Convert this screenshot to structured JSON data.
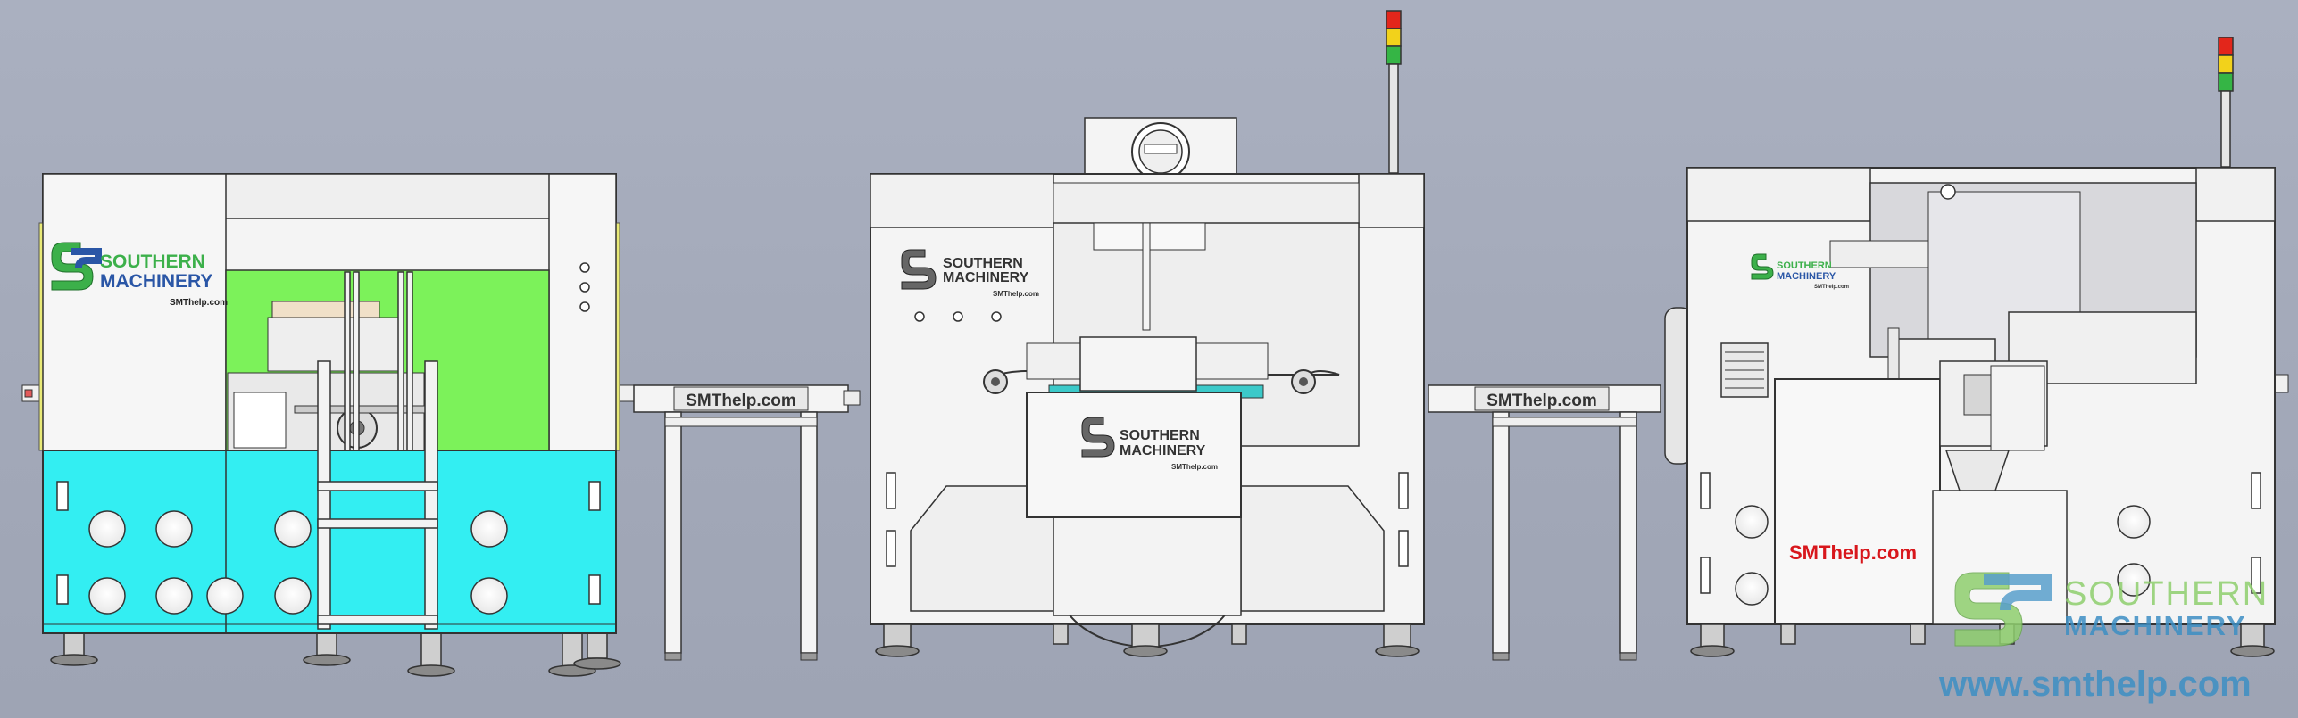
{
  "canvas": {
    "title": ""
  },
  "colors": {
    "background": "#a3a9ba",
    "panel": "#f4f4f4",
    "panel_shade": "#dcdcdc",
    "green_window": "#7cf25a",
    "cyan_panel": "#33eef2",
    "outline": "#3a3a3a",
    "logo_green": "#3cb04a",
    "logo_blue": "#2a56a6",
    "brand_red": "#d8171c",
    "watermark_green": "#8fcf6e",
    "watermark_blue": "#3d8fc4",
    "light_red": "#e3261b",
    "light_yellow": "#f2d21b",
    "light_green": "#35b545"
  },
  "machines": [
    {
      "id": "machine-1",
      "logo_line1": "SOUTHERN",
      "logo_line2": "MACHINERY",
      "logo_url": "SMThelp.com"
    },
    {
      "id": "machine-2",
      "logo_line1": "SOUTHERN",
      "logo_line2": "MACHINERY",
      "logo_url": "SMThelp.com",
      "center_line1": "SOUTHERN",
      "center_line2": "MACHINERY",
      "center_url": "SMThelp.com"
    },
    {
      "id": "machine-3",
      "logo_line1": "SOUTHERN",
      "logo_line2": "MACHINERY",
      "logo_url": "SMThelp.com",
      "red_label": "SMThelp.com"
    }
  ],
  "conveyors": [
    {
      "id": "conveyor-1",
      "label": "SMThelp.com"
    },
    {
      "id": "conveyor-2",
      "label": "SMThelp.com"
    }
  ],
  "watermark": {
    "line1": "SOUTHERN",
    "line2": "MACHINERY",
    "url": "www.smthelp.com"
  }
}
